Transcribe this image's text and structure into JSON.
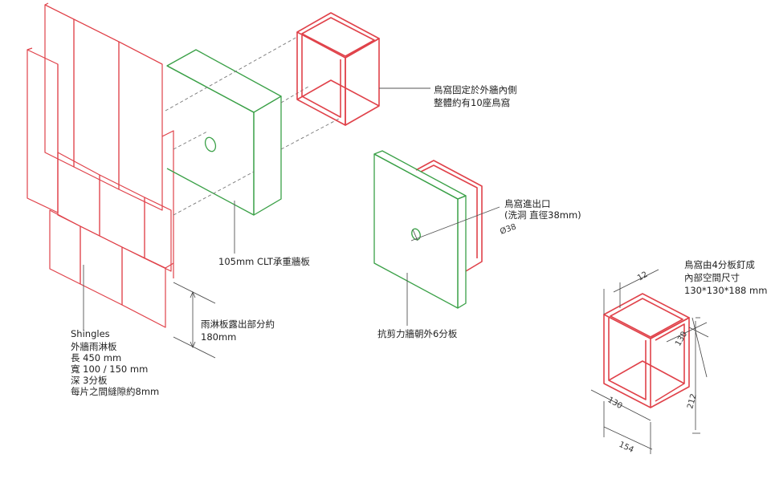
{
  "annotations": {
    "birdhouse_fixed": [
      "鳥窩固定於外牆內側",
      "整體約有10座鳥窩"
    ],
    "entrance": [
      "鳥窩進出口",
      "(洗洞 直徑38mm)"
    ],
    "entrance_dim": "Ø38",
    "clt": "105mm CLT承重牆板",
    "shear": "抗剪力牆朝外6分板",
    "exposure": [
      "雨淋板露出部分約",
      "180mm"
    ],
    "shingles": [
      "Shingles",
      "外牆雨淋板",
      "長 450 mm",
      "寬 100 / 150 mm",
      "深 3分板",
      "每片之間縫隙約8mm"
    ],
    "birdhouse_spec": [
      "鳥窩由4分板釘成",
      "內部空間尺寸",
      "130*130*188 mm"
    ]
  },
  "dimensions": {
    "thickness": "12",
    "depth": "130",
    "width": "130",
    "height": "212",
    "base": "154"
  }
}
